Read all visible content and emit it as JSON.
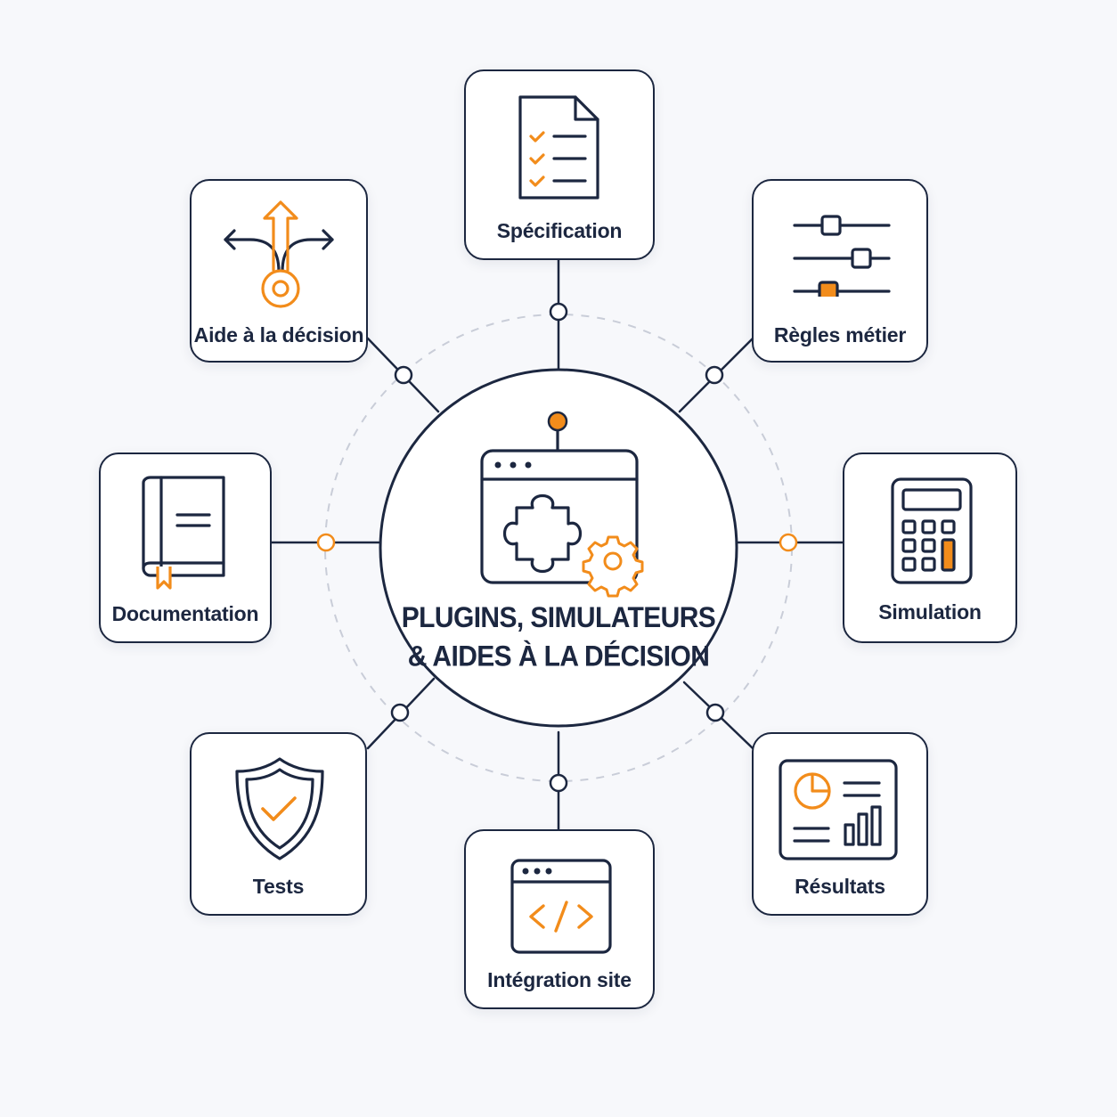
{
  "hub": {
    "title_line1": "PLUGINS, SIMULATEURS",
    "title_line2": "& AIDES À LA DÉCISION",
    "icon": "puzzle-gear-window-icon"
  },
  "nodes": [
    {
      "id": "specification",
      "label": "Spécification",
      "icon": "checklist-document-icon"
    },
    {
      "id": "regles-metier",
      "label": "Règles métier",
      "icon": "sliders-icon"
    },
    {
      "id": "simulation",
      "label": "Simulation",
      "icon": "calculator-icon"
    },
    {
      "id": "resultats",
      "label": "Résultats",
      "icon": "dashboard-report-icon"
    },
    {
      "id": "integration-site",
      "label": "Intégration site",
      "icon": "code-window-icon"
    },
    {
      "id": "tests",
      "label": "Tests",
      "icon": "shield-check-icon"
    },
    {
      "id": "documentation",
      "label": "Documentation",
      "icon": "book-bookmark-icon"
    },
    {
      "id": "aide-decision",
      "label": "Aide à la décision",
      "icon": "branching-arrows-icon"
    }
  ],
  "colors": {
    "background": "#f7f8fb",
    "navy": "#1c2740",
    "accent": "#f28c1b",
    "dashed_ring": "#c9cdd8"
  }
}
